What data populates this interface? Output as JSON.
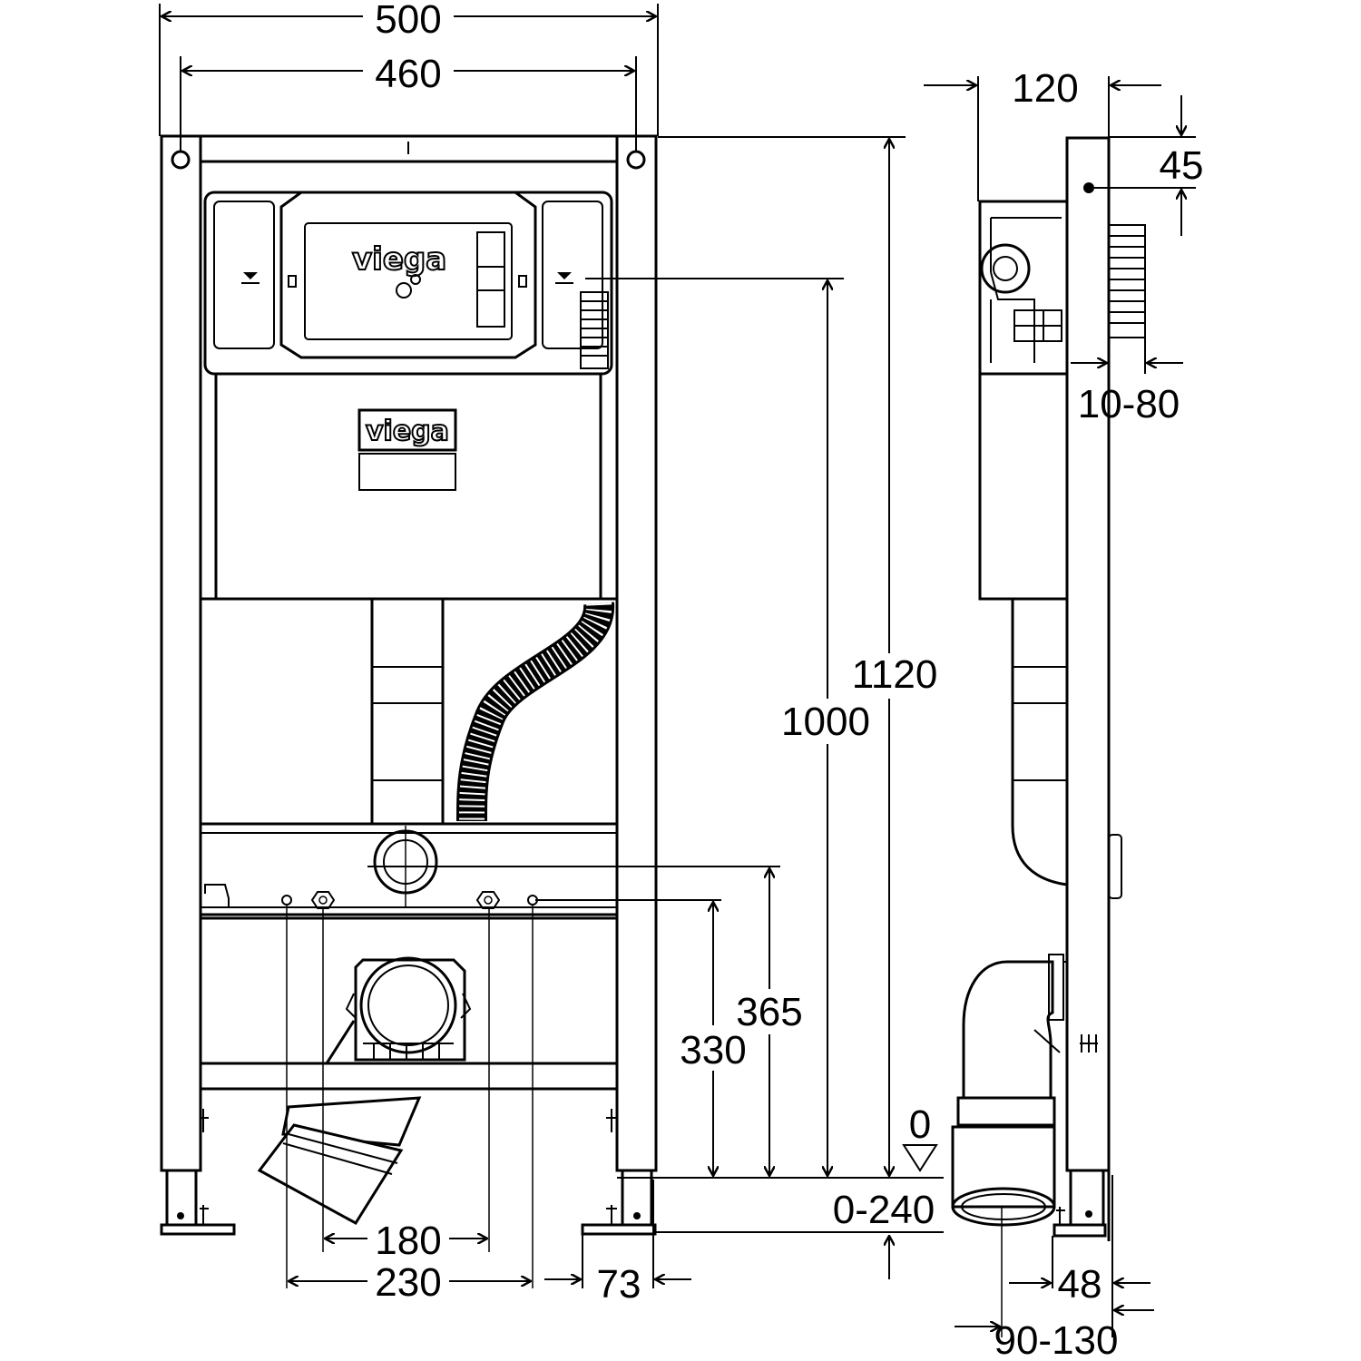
{
  "brand": {
    "logo_text": "viega"
  },
  "dimensions": {
    "total_width": "500",
    "fixing_width": "460",
    "side_depth": "120",
    "top_offset": "45",
    "wall_gap": "10-80",
    "total_height": "1120",
    "flush_height": "1000",
    "drain_height": "365",
    "bolt_height": "330",
    "floor_level": "0",
    "foot_adjust": "0-240",
    "bolt_spacing_inner": "180",
    "bolt_spacing_outer": "230",
    "foot_offset": "73",
    "rear_offset": "48",
    "drain_offset": "90-130"
  }
}
